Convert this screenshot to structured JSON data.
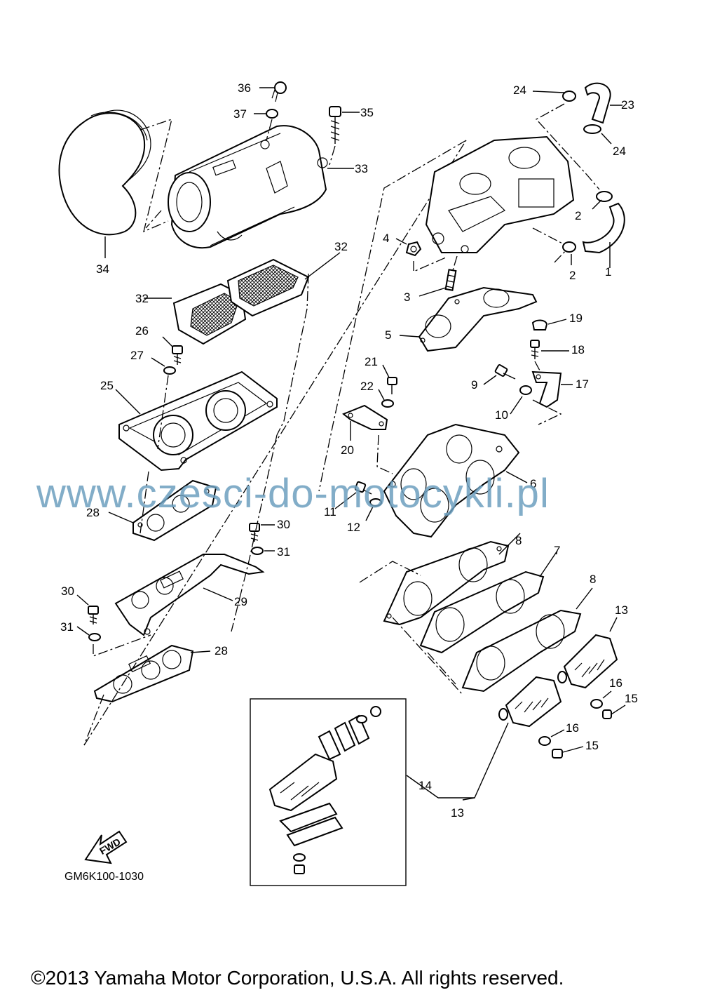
{
  "diagram": {
    "drawing_code": "GM6K100-1030",
    "fwd_label": "FWD",
    "watermark": "www.czesci-do-motocykli.pl",
    "copyright": "©2013 Yamaha Motor Corporation, U.S.A. All rights reserved.",
    "callouts": {
      "c1": "1",
      "c2a": "2",
      "c2b": "2",
      "c3": "3",
      "c4": "4",
      "c5": "5",
      "c6": "6",
      "c7": "7",
      "c8a": "8",
      "c8b": "8",
      "c9": "9",
      "c10": "10",
      "c11": "11",
      "c12": "12",
      "c13a": "13",
      "c13b": "13",
      "c14": "14",
      "c15a": "15",
      "c15b": "15",
      "c16a": "16",
      "c16b": "16",
      "c17": "17",
      "c18": "18",
      "c19": "19",
      "c20": "20",
      "c21": "21",
      "c22": "22",
      "c23": "23",
      "c24a": "24",
      "c24b": "24",
      "c25": "25",
      "c26": "26",
      "c27": "27",
      "c28a": "28",
      "c28b": "28",
      "c29": "29",
      "c30a": "30",
      "c30b": "30",
      "c31a": "31",
      "c31b": "31",
      "c32a": "32",
      "c32b": "32",
      "c33": "33",
      "c34": "34",
      "c35": "35",
      "c36": "36",
      "c37": "37"
    }
  }
}
